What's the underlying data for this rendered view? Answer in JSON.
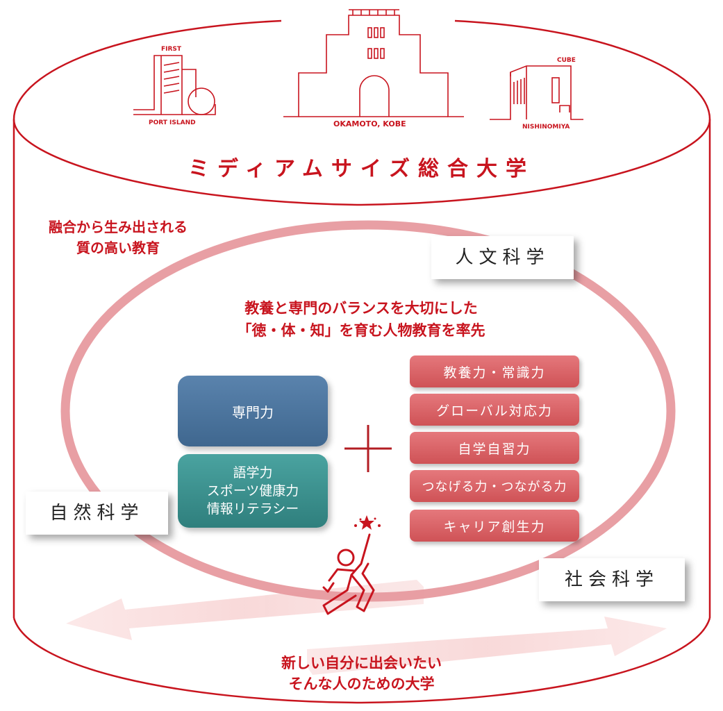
{
  "university_title": "ミディアムサイズ総合大学",
  "campuses": {
    "first_label": "FIRST",
    "port_island_label": "PORT ISLAND",
    "okamoto_label": "OKAMOTO, KOBE",
    "cube_label": "CUBE",
    "nishinomiya_label": "NISHINOMIYA"
  },
  "lead_text": [
    "融合から生み出される",
    "質の高い教育"
  ],
  "motto": [
    "教養と専門のバランスを大切にした",
    "「徳・体・知」を育む人物教育を率先"
  ],
  "disciplines": {
    "humanities": "人文科学",
    "natural": "自然科学",
    "social": "社会科学"
  },
  "left_skills": {
    "specialty": "専門力",
    "general": [
      "語学力",
      "スポーツ健康力",
      "情報リテラシー"
    ]
  },
  "plus_symbol": "+",
  "right_skills": [
    "教養力・常識力",
    "グローバル対応力",
    "自学自習力",
    "つなげる力・つながる力",
    "キャリア創生力"
  ],
  "call_to_action": [
    "新しい自分に出会いたい",
    "そんな人のための大学"
  ],
  "colors": {
    "brand_red": "#c8141e",
    "ring_pink": "#e79a9f",
    "specialty_blue": "#4a7199",
    "general_teal": "#3a8e8b",
    "skill_pink": "#d9646a",
    "arrow_pink": "#f9dada"
  },
  "icons": [
    "person-running-icon",
    "stars-icon",
    "plus-icon"
  ]
}
